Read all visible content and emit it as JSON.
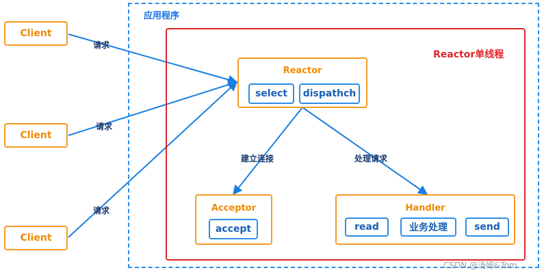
{
  "application": {
    "title": "应用程序"
  },
  "thread": {
    "title": "Reactor单线程"
  },
  "clients": [
    {
      "label": "Client",
      "request_label": "请求"
    },
    {
      "label": "Client",
      "request_label": "请求"
    },
    {
      "label": "Client",
      "request_label": "请求"
    }
  ],
  "reactor": {
    "title": "Reactor",
    "components": [
      "select",
      "dispathch"
    ]
  },
  "edges": {
    "to_acceptor": "建立连接",
    "to_handler": "处理请求"
  },
  "acceptor": {
    "title": "Acceptor",
    "components": [
      "accept"
    ]
  },
  "handler": {
    "title": "Handler",
    "components": [
      "read",
      "业务处理",
      "send"
    ]
  },
  "watermark": "CSDN @汤姆&Tom",
  "colors": {
    "app_border": "#2b8ee6",
    "thread_border": "#e0242a",
    "box_border": "#f59a23",
    "inner_border": "#2b8ee6",
    "arrow": "#1a7fe0"
  }
}
